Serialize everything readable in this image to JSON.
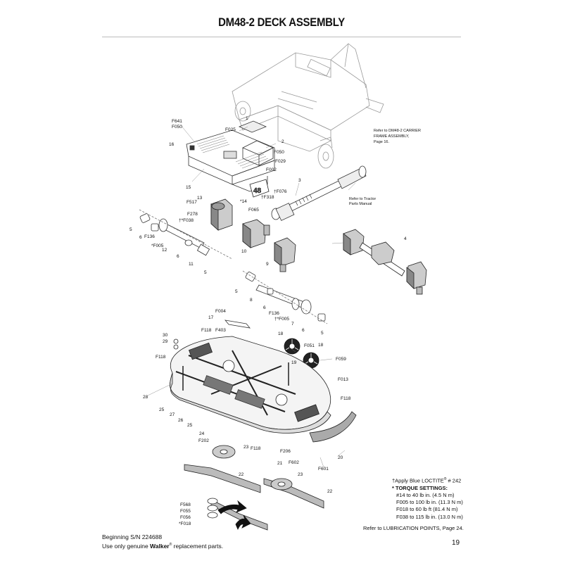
{
  "title": "DM48-2 DECK ASSEMBLY",
  "notes": {
    "refer_carrier": [
      "Refer to DM48-2 CARRIER",
      "FRAME ASSEMBLY,",
      "Page 16."
    ],
    "refer_tractor": [
      "Refer to Tractor",
      "Parts Manual"
    ],
    "loctite_prefix": "†Apply Blue LOCTITE",
    "loctite_reg": "®",
    "loctite_suffix": " # 242",
    "torque_title": "* TORQUE SETTINGS:",
    "torque": [
      "#14 to 40 lb in. (4.5 N m)",
      "F005 to 100 lb in. (11.3 N m)",
      "F018 to 60 lb ft (81.4 N m)",
      "F038 to 115 lb in. (13.0 N m)"
    ],
    "lubrication": "Refer to LUBRICATION POINTS, Page 24."
  },
  "footer": {
    "serial": "Beginning S/N 224688",
    "genuine_prefix": "Use only genuine ",
    "brand": "Walker",
    "brand_reg": "®",
    "genuine_suffix": " replacement parts.",
    "page_number": "19"
  },
  "decal_text": "48",
  "labels": [
    {
      "id": "f641",
      "text": "F641"
    },
    {
      "id": "f050a",
      "text": "F050"
    },
    {
      "id": "16",
      "text": "16"
    },
    {
      "id": "1",
      "text": "1"
    },
    {
      "id": "f025",
      "text": "F025"
    },
    {
      "id": "2",
      "text": "2"
    },
    {
      "id": "f050b",
      "text": "F050"
    },
    {
      "id": "f029",
      "text": "F029"
    },
    {
      "id": "f002",
      "text": "F002"
    },
    {
      "id": "15",
      "text": "15"
    },
    {
      "id": "3",
      "text": "3"
    },
    {
      "id": "f076",
      "text": "†F076"
    },
    {
      "id": "f318",
      "text": "†F318"
    },
    {
      "id": "13",
      "text": "13"
    },
    {
      "id": "14",
      "text": "*14"
    },
    {
      "id": "f517",
      "text": "F517"
    },
    {
      "id": "f278",
      "text": "F278"
    },
    {
      "id": "f038",
      "text": "†*F038"
    },
    {
      "id": "f065",
      "text": "F065"
    },
    {
      "id": "5a",
      "text": "5"
    },
    {
      "id": "6a",
      "text": "6"
    },
    {
      "id": "f136a",
      "text": "F136"
    },
    {
      "id": "f005a",
      "text": "*F005"
    },
    {
      "id": "12",
      "text": "12"
    },
    {
      "id": "6b",
      "text": "6"
    },
    {
      "id": "11",
      "text": "11"
    },
    {
      "id": "5b",
      "text": "5"
    },
    {
      "id": "10",
      "text": "10"
    },
    {
      "id": "9",
      "text": "9"
    },
    {
      "id": "4",
      "text": "4"
    },
    {
      "id": "5c",
      "text": "5"
    },
    {
      "id": "8",
      "text": "8"
    },
    {
      "id": "6c",
      "text": "6"
    },
    {
      "id": "f136b",
      "text": "F136"
    },
    {
      "id": "f005b",
      "text": "†*F005"
    },
    {
      "id": "7",
      "text": "7"
    },
    {
      "id": "6d",
      "text": "6"
    },
    {
      "id": "5d",
      "text": "5"
    },
    {
      "id": "f004",
      "text": "F004"
    },
    {
      "id": "17",
      "text": "17"
    },
    {
      "id": "f118a",
      "text": "F118"
    },
    {
      "id": "f403",
      "text": "F403"
    },
    {
      "id": "30",
      "text": "30"
    },
    {
      "id": "29",
      "text": "29"
    },
    {
      "id": "18a",
      "text": "18"
    },
    {
      "id": "18b",
      "text": "18"
    },
    {
      "id": "f051",
      "text": "F051"
    },
    {
      "id": "19",
      "text": "19"
    },
    {
      "id": "f059",
      "text": "F059"
    },
    {
      "id": "f118b",
      "text": "F118"
    },
    {
      "id": "f013",
      "text": "F013"
    },
    {
      "id": "28",
      "text": "28"
    },
    {
      "id": "f118c",
      "text": "F118"
    },
    {
      "id": "25a",
      "text": "25"
    },
    {
      "id": "27",
      "text": "27"
    },
    {
      "id": "26",
      "text": "26"
    },
    {
      "id": "25b",
      "text": "25"
    },
    {
      "id": "24",
      "text": "24"
    },
    {
      "id": "f202",
      "text": "F202"
    },
    {
      "id": "23a",
      "text": "23"
    },
    {
      "id": "f118d",
      "text": "F118"
    },
    {
      "id": "f206",
      "text": "F206"
    },
    {
      "id": "21",
      "text": "21"
    },
    {
      "id": "f602",
      "text": "F602"
    },
    {
      "id": "20",
      "text": "20"
    },
    {
      "id": "f601",
      "text": "F601"
    },
    {
      "id": "22a",
      "text": "22"
    },
    {
      "id": "23b",
      "text": "23"
    },
    {
      "id": "22b",
      "text": "22"
    },
    {
      "id": "f568",
      "text": "F568"
    },
    {
      "id": "f055",
      "text": "F055"
    },
    {
      "id": "f056",
      "text": "F056"
    },
    {
      "id": "f018",
      "text": "*F018"
    }
  ]
}
